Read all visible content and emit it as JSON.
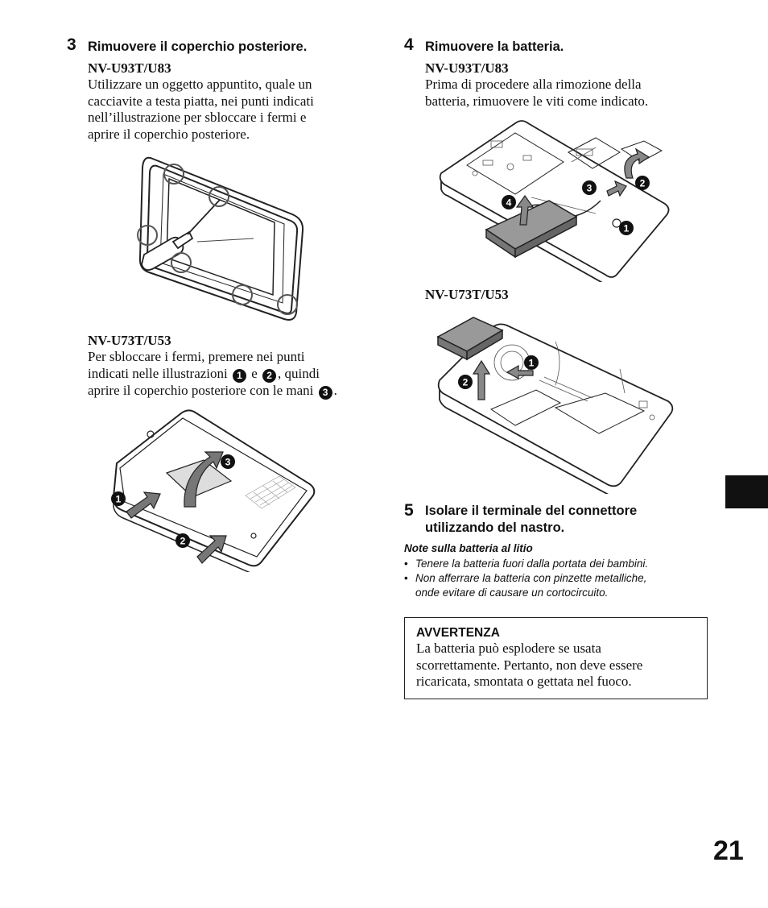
{
  "step3": {
    "number": "3",
    "title": "Rimuovere il coperchio posteriore.",
    "model_a": "NV-U93T/U83",
    "text_a": [
      "Utilizzare un oggetto appuntito, quale un",
      "cacciavite a testa piatta, nei punti indicati",
      "nell’illustrazione per sbloccare i fermi e",
      "aprire il coperchio posteriore."
    ],
    "model_b": "NV-U73T/U53",
    "text_b_line1": "Per sbloccare i fermi, premere nei punti",
    "text_b_line2_pre": "indicati nelle illustrazioni",
    "text_b_line2_mid": "e",
    "text_b_line2_post": ", quindi",
    "text_b_line3_pre": "aprire il coperchio posteriore con le mani",
    "text_b_line3_post": ".",
    "markers": [
      "1",
      "2",
      "3"
    ]
  },
  "step4": {
    "number": "4",
    "title": "Rimuovere la batteria.",
    "model_a": "NV-U93T/U83",
    "text_a": [
      "Prima di procedere alla rimozione della",
      "batteria, rimuovere le viti come indicato."
    ],
    "model_b": "NV-U73T/U53",
    "markers_a": [
      "1",
      "2",
      "3",
      "4"
    ],
    "markers_b": [
      "1",
      "2"
    ]
  },
  "step5": {
    "number": "5",
    "title_lines": [
      "Isolare il terminale del connettore",
      "utilizzando del nastro."
    ]
  },
  "notes": {
    "title": "Note sulla batteria al litio",
    "items": [
      [
        "Tenere la batteria fuori dalla portata dei bambini."
      ],
      [
        "Non afferrare la batteria con pinzette metalliche,",
        "onde evitare di causare un cortocircuito."
      ]
    ]
  },
  "warning": {
    "title": "AVVERTENZA",
    "lines": [
      "La batteria può esplodere se usata",
      "scorrettamente. Pertanto, non deve essere",
      "ricaricata, smontata o gettata nel fuoco."
    ]
  },
  "page_number": "21",
  "colors": {
    "ink": "#111111",
    "tab": "#111111",
    "paper": "#ffffff"
  }
}
